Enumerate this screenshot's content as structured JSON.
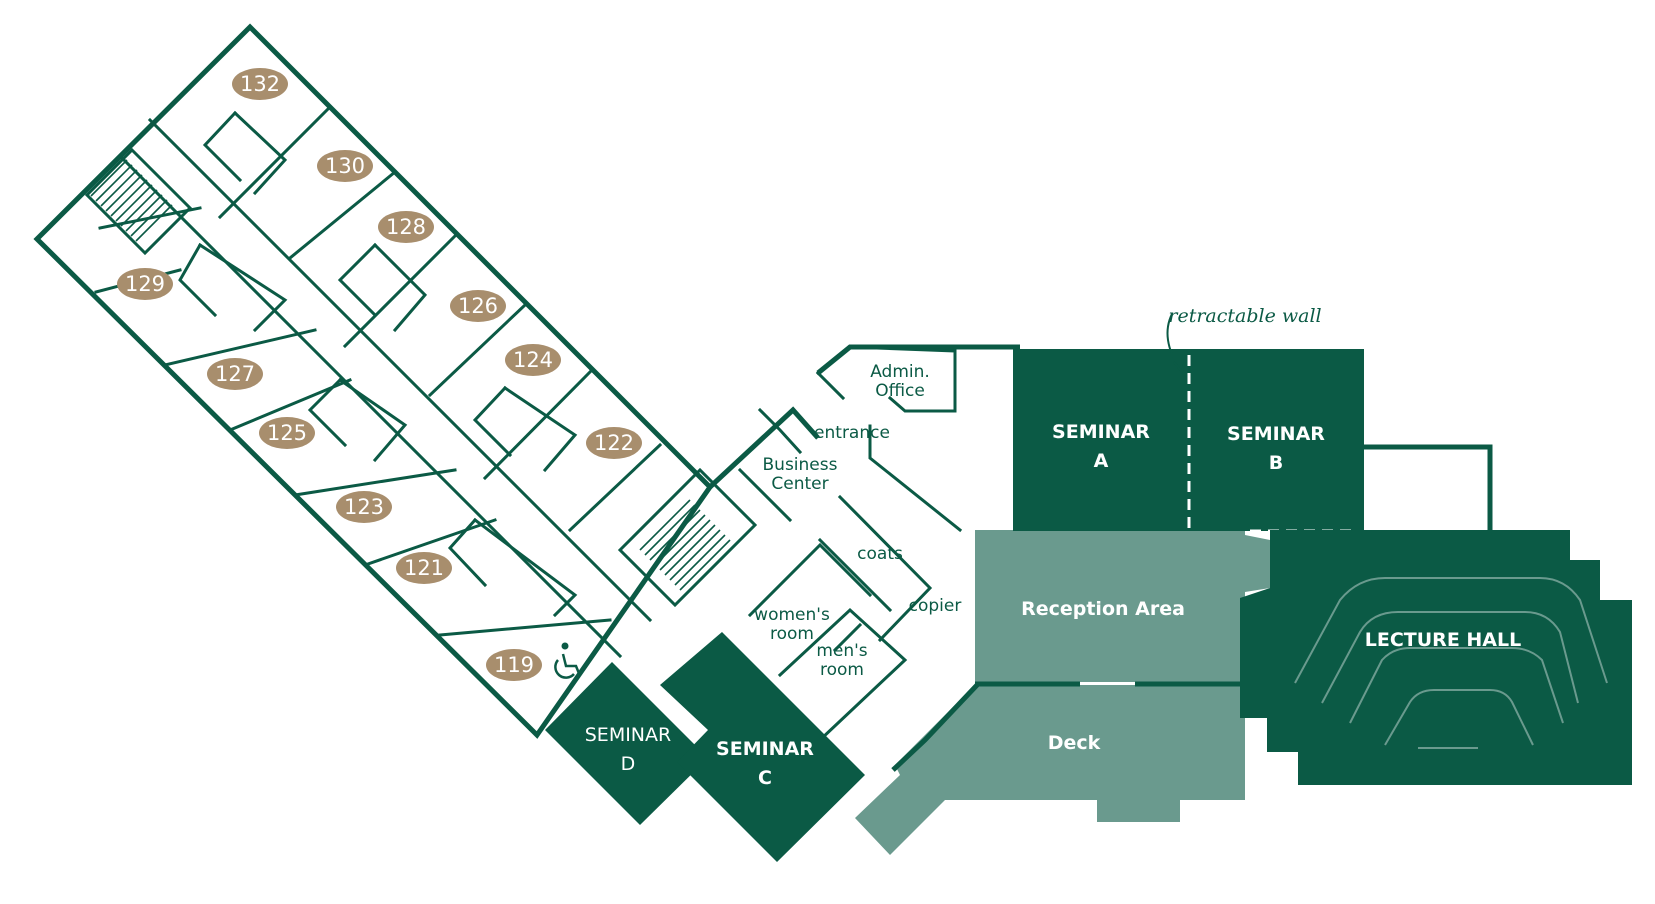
{
  "colors": {
    "dark_green": "#0b5a45",
    "light_green": "#6a9a8e",
    "room_badge": "#a88e6d",
    "background": "#ffffff"
  },
  "rooms": [
    "132",
    "130",
    "128",
    "126",
    "124",
    "122",
    "129",
    "127",
    "125",
    "123",
    "121",
    "119"
  ],
  "labels": {
    "retractable_wall": "retractable wall",
    "admin_office_1": "Admin.",
    "admin_office_2": "Office",
    "entrance": "entrance",
    "business_center_1": "Business",
    "business_center_2": "Center",
    "coats": "coats",
    "copier": "copier",
    "womens_room_1": "women's",
    "womens_room_2": "room",
    "mens_room_1": "men's",
    "mens_room_2": "room",
    "seminar_a_1": "SEMINAR",
    "seminar_a_2": "A",
    "seminar_b_1": "SEMINAR",
    "seminar_b_2": "B",
    "seminar_c_1": "SEMINAR",
    "seminar_c_2": "C",
    "seminar_d_1": "SEMINAR",
    "seminar_d_2": "D",
    "reception_area": "Reception Area",
    "deck": "Deck",
    "lecture_hall": "LECTURE HALL"
  },
  "icons": {
    "accessible": "wheelchair-icon",
    "stairs": "stairs-icon",
    "arrow": "arrow-icon"
  }
}
